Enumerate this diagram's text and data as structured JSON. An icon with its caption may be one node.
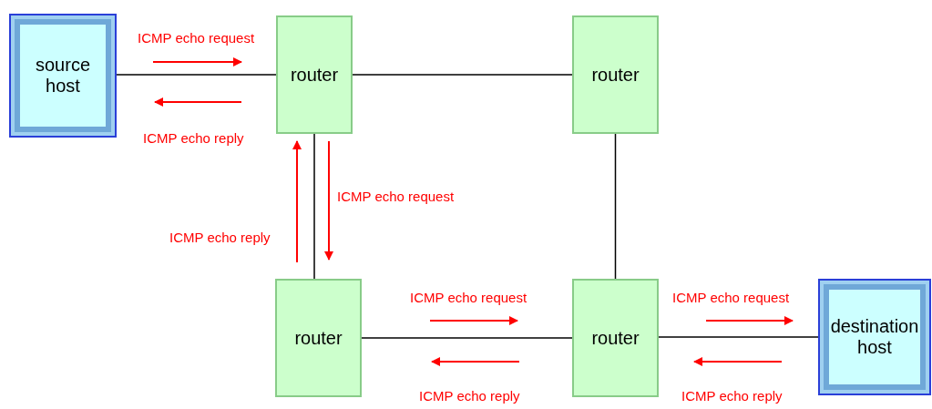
{
  "diagram": {
    "nodes": [
      {
        "text": [
          "source host"
        ]
      },
      {
        "text": [
          "router"
        ]
      },
      {
        "text": [
          "router"
        ]
      },
      {
        "text": [
          "router"
        ]
      },
      {
        "text": [
          "router"
        ]
      },
      {
        "text": [
          "destination host"
        ]
      }
    ],
    "edges": [
      {
        "from": 0,
        "to": 1,
        "arrow": "none"
      },
      {
        "from": 1,
        "to": 2,
        "arrow": "none"
      },
      {
        "from": 1,
        "to": 3,
        "arrow": "none"
      },
      {
        "from": 2,
        "to": 4,
        "arrow": "none"
      },
      {
        "from": 3,
        "to": 4,
        "arrow": "none"
      },
      {
        "from": 4,
        "to": 5,
        "arrow": "none"
      }
    ],
    "labels": [
      "ICMP echo request",
      "ICMP echo reply",
      "ICMP echo request",
      "ICMP echo reply",
      "ICMP echo request",
      "ICMP echo request",
      "ICMP echo reply",
      "ICMP echo reply"
    ]
  }
}
